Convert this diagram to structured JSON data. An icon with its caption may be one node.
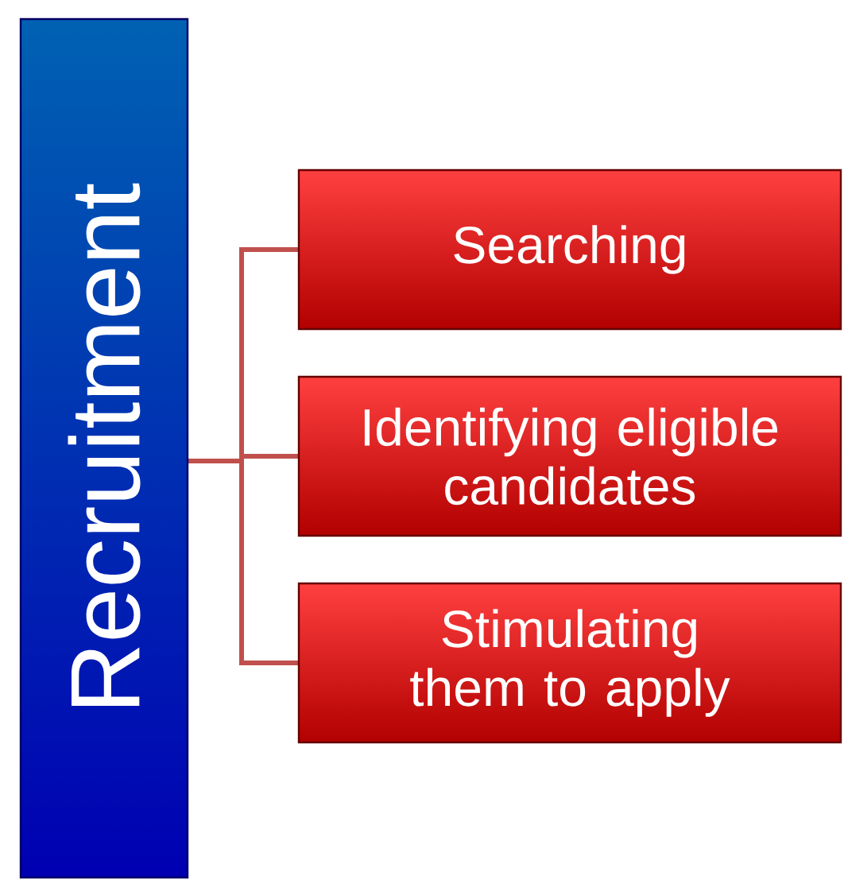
{
  "diagram": {
    "nodes": [
      {
        "text": [
          "Recruitment"
        ]
      },
      {
        "text": [
          "Searching"
        ]
      },
      {
        "text": [
          "Identifying eligible candidates"
        ]
      },
      {
        "text": [
          "Stimulating them to apply"
        ]
      }
    ],
    "edges": [
      {
        "from": 0,
        "to": 1,
        "arrow": "none"
      },
      {
        "from": 0,
        "to": 2,
        "arrow": "none"
      },
      {
        "from": 0,
        "to": 3,
        "arrow": "none"
      }
    ]
  }
}
